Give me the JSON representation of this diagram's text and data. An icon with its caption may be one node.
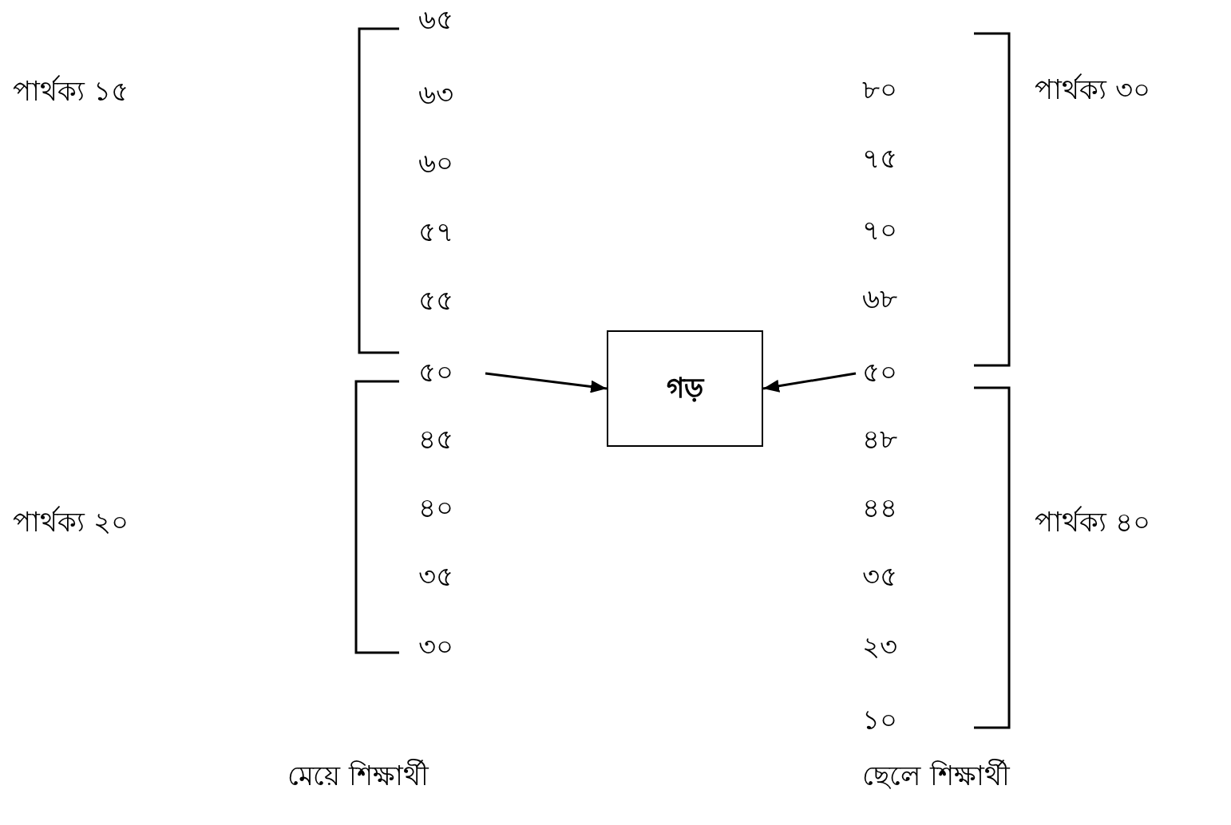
{
  "diagram": {
    "nodes": [
      {
        "text": [
          "৫০"
        ]
      },
      {
        "text": [
          "গড়"
        ]
      },
      {
        "text": [
          "৫০"
        ]
      }
    ],
    "edges": [
      {
        "from": 0,
        "to": 1,
        "arrow": "to"
      },
      {
        "from": 2,
        "to": 1,
        "arrow": "to"
      }
    ],
    "labels": [
      "পার্থক্য ১৫",
      "৬৫",
      "৬৩",
      "৬০",
      "৫৭",
      "৫৫",
      "৪৫",
      "৪০",
      "৩৫",
      "৩০",
      "পার্থক্য ২০",
      "৮০",
      "৭৫",
      "৭০",
      "৬৮",
      "৪৮",
      "৪৪",
      "৩৫",
      "২৩",
      "১০",
      "পার্থক্য ৩০",
      "পার্থক্য ৪০",
      "মেয়ে শিক্ষার্থী",
      "ছেলে শিক্ষার্থী"
    ]
  }
}
